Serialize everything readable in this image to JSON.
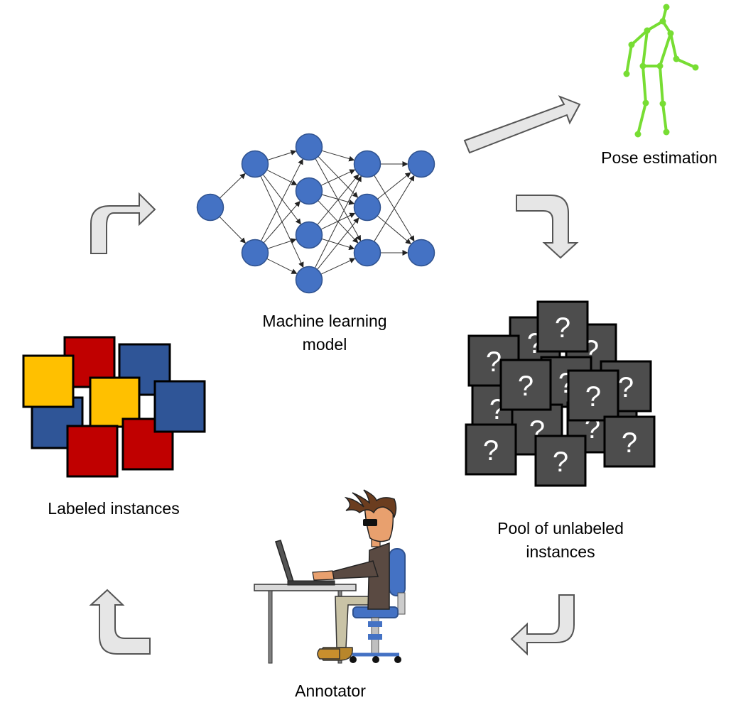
{
  "labels": {
    "model_line1": "Machine learning",
    "model_line2": "model",
    "pose": "Pose estimation",
    "pool_line1": "Pool of unlabeled",
    "pool_line2": "instances",
    "annotator": "Annotator",
    "labeled": "Labeled instances"
  },
  "unlabeled_mark": "?",
  "colors": {
    "node_fill": "#4472c4",
    "node_stroke": "#2f528f",
    "pose": "#77dd33",
    "arrow_fill": "#e6e6e6",
    "arrow_stroke": "#555555",
    "unlabeled_card": "#4d4d4d",
    "label_red": "#c00000",
    "label_blue": "#2f5597",
    "label_yellow": "#ffc000"
  },
  "network": {
    "layers": [
      1,
      2,
      4,
      3,
      2
    ]
  }
}
